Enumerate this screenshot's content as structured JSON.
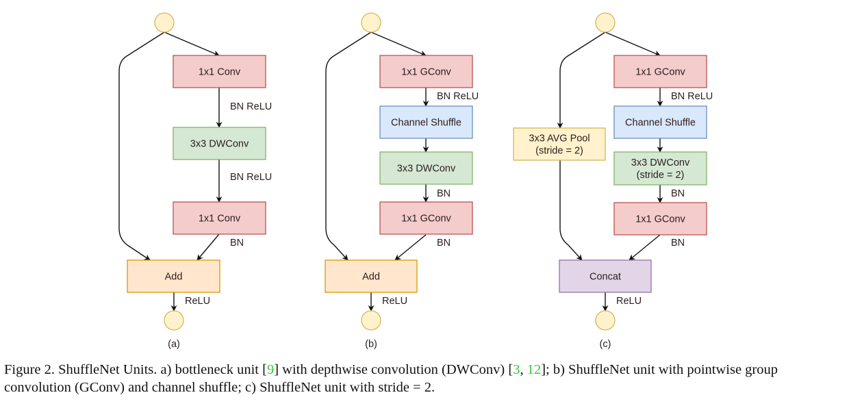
{
  "figure": {
    "colors": {
      "conv_fill": "#f4cccc",
      "conv_stroke": "#b85450",
      "dw_fill": "#d5e8d4",
      "dw_stroke": "#82b366",
      "shuffle_fill": "#dae8fc",
      "shuffle_stroke": "#6c8ebf",
      "add_fill": "#ffe6cc",
      "add_stroke": "#d79b00",
      "pool_fill": "#fff2cc",
      "pool_stroke": "#d6b656",
      "concat_fill": "#e1d5e7",
      "concat_stroke": "#9673a6",
      "io_fill": "#fff2cc",
      "io_stroke": "#d6b656",
      "citation": "#2fcc2f"
    },
    "units": [
      {
        "id": "a",
        "label": "(a)",
        "nodes": [
          {
            "id": "a_conv1",
            "text": [
              "1x1 Conv"
            ],
            "kind": "conv"
          },
          {
            "id": "a_dw",
            "text": [
              "3x3 DWConv"
            ],
            "kind": "dw"
          },
          {
            "id": "a_conv2",
            "text": [
              "1x1 Conv"
            ],
            "kind": "conv"
          },
          {
            "id": "a_add",
            "text": [
              "Add"
            ],
            "kind": "add"
          }
        ],
        "edge_labels": [
          "BN ReLU",
          "BN ReLU",
          "BN",
          "ReLU"
        ]
      },
      {
        "id": "b",
        "label": "(b)",
        "nodes": [
          {
            "id": "b_gconv1",
            "text": [
              "1x1 GConv"
            ],
            "kind": "conv"
          },
          {
            "id": "b_shuffle",
            "text": [
              "Channel Shuffle"
            ],
            "kind": "shuffle"
          },
          {
            "id": "b_dw",
            "text": [
              "3x3 DWConv"
            ],
            "kind": "dw"
          },
          {
            "id": "b_gconv2",
            "text": [
              "1x1 GConv"
            ],
            "kind": "conv"
          },
          {
            "id": "b_add",
            "text": [
              "Add"
            ],
            "kind": "add"
          }
        ],
        "edge_labels": [
          "BN ReLU",
          "BN",
          "BN",
          "ReLU"
        ]
      },
      {
        "id": "c",
        "label": "(c)",
        "nodes": [
          {
            "id": "c_gconv1",
            "text": [
              "1x1 GConv"
            ],
            "kind": "conv"
          },
          {
            "id": "c_shuffle",
            "text": [
              "Channel Shuffle"
            ],
            "kind": "shuffle"
          },
          {
            "id": "c_dw",
            "text": [
              "3x3 DWConv",
              "(stride = 2)"
            ],
            "kind": "dw"
          },
          {
            "id": "c_gconv2",
            "text": [
              "1x1 GConv"
            ],
            "kind": "conv"
          },
          {
            "id": "c_pool",
            "text": [
              "3x3 AVG Pool",
              "(stride = 2)"
            ],
            "kind": "pool"
          },
          {
            "id": "c_concat",
            "text": [
              "Concat"
            ],
            "kind": "concat"
          }
        ],
        "edge_labels": [
          "BN ReLU",
          "BN",
          "BN",
          "ReLU"
        ]
      }
    ]
  },
  "caption": {
    "parts": [
      {
        "text": "Figure 2. ShuffleNet Units. a) bottleneck unit [",
        "cite": false
      },
      {
        "text": "9",
        "cite": true
      },
      {
        "text": "] with depthwise convolution (DWConv) [",
        "cite": false
      },
      {
        "text": "3",
        "cite": true
      },
      {
        "text": ", ",
        "cite": false
      },
      {
        "text": "12",
        "cite": true
      },
      {
        "text": "]; b) ShuffleNet unit with pointwise group convolution (GConv) and channel shuffle; c) ShuffleNet unit with stride = 2.",
        "cite": false
      }
    ]
  }
}
